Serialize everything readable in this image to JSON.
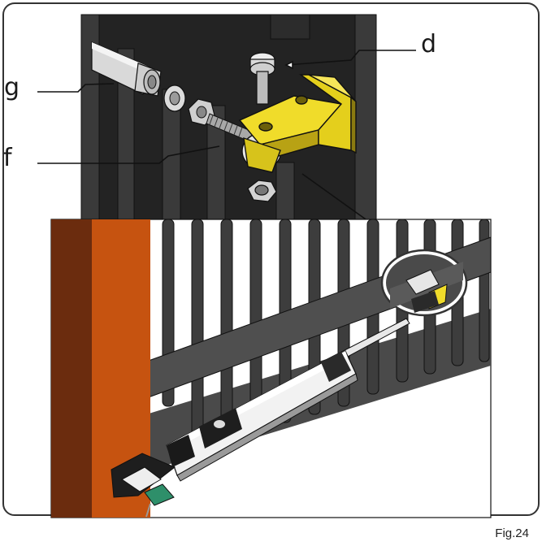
{
  "labels": {
    "d": "d",
    "f": "f",
    "g": "g"
  },
  "caption": "Fig.24",
  "colors": {
    "frame": "#333333",
    "bracket": "#e8d21c",
    "post": "#c65310",
    "post_shadow": "#6b2c0e",
    "gate_bar": "#3d3d3d",
    "gate_rail": "#4a4a4a",
    "plate": "#232323",
    "actuator": "#f2f2f2"
  }
}
